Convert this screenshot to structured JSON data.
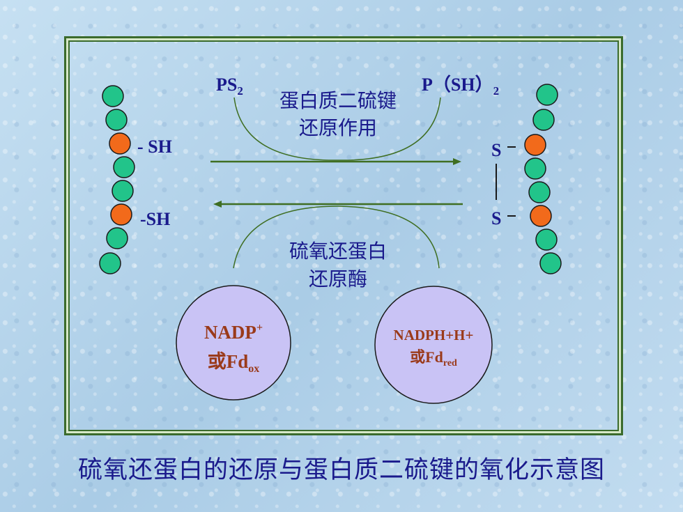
{
  "labels": {
    "ps2_main": "PS",
    "ps2_sub": "2",
    "psh2_main": "P（SH）",
    "psh2_sub": "2",
    "top_arc_line1": "蛋白质二硫键",
    "top_arc_line2": "还原作用",
    "sh_upper": "- SH",
    "sh_lower": "-SH",
    "s_upper": "S",
    "s_lower": "S",
    "bottom_arc_line1": "硫氧还蛋白",
    "bottom_arc_line2": "还原酶",
    "left_circle_line1_main": "NADP",
    "left_circle_line1_sup": "+",
    "left_circle_line2_main": "或Fd",
    "left_circle_line2_sub": "ox",
    "right_circle_line1": "NADPH+H+",
    "right_circle_line2_main": "或Fd",
    "right_circle_line2_sub": "red"
  },
  "caption": "硫氧还蛋白的还原与蛋白质二硫键的氧化示意图",
  "colors": {
    "bead_green": "#22c48a",
    "bead_orange": "#f26a1b",
    "arrow_green": "#3f6e22",
    "label_blue": "#1a1a8c",
    "circle_fill": "#c9c3f5",
    "circle_text": "#9a3a1a"
  }
}
